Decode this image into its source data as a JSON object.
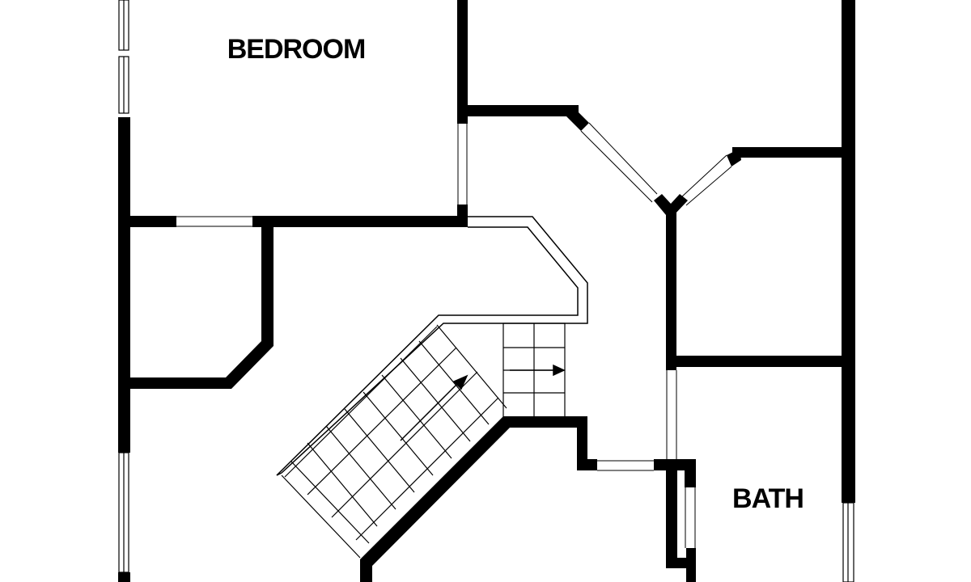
{
  "floor_plan": {
    "colors": {
      "wall": "#000000",
      "background": "#ffffff",
      "line": "#000000"
    },
    "rooms": [
      {
        "id": "bedroom",
        "label": "BEDROOM"
      },
      {
        "id": "bath",
        "label": "BATH"
      }
    ]
  }
}
